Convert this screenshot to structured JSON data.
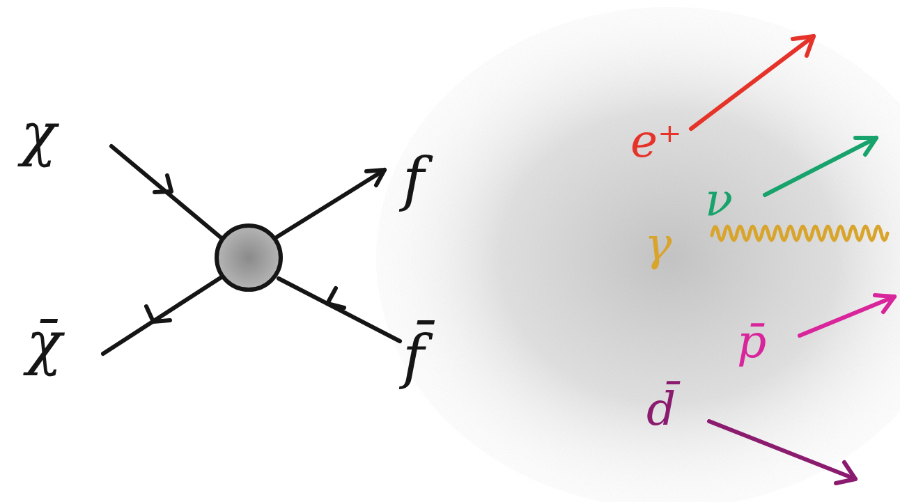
{
  "diagram": {
    "labels": [
      "χ",
      "χ̄",
      "f",
      "f̄",
      "e⁺",
      "ν",
      "γ",
      "p̄",
      "d̄"
    ]
  }
}
